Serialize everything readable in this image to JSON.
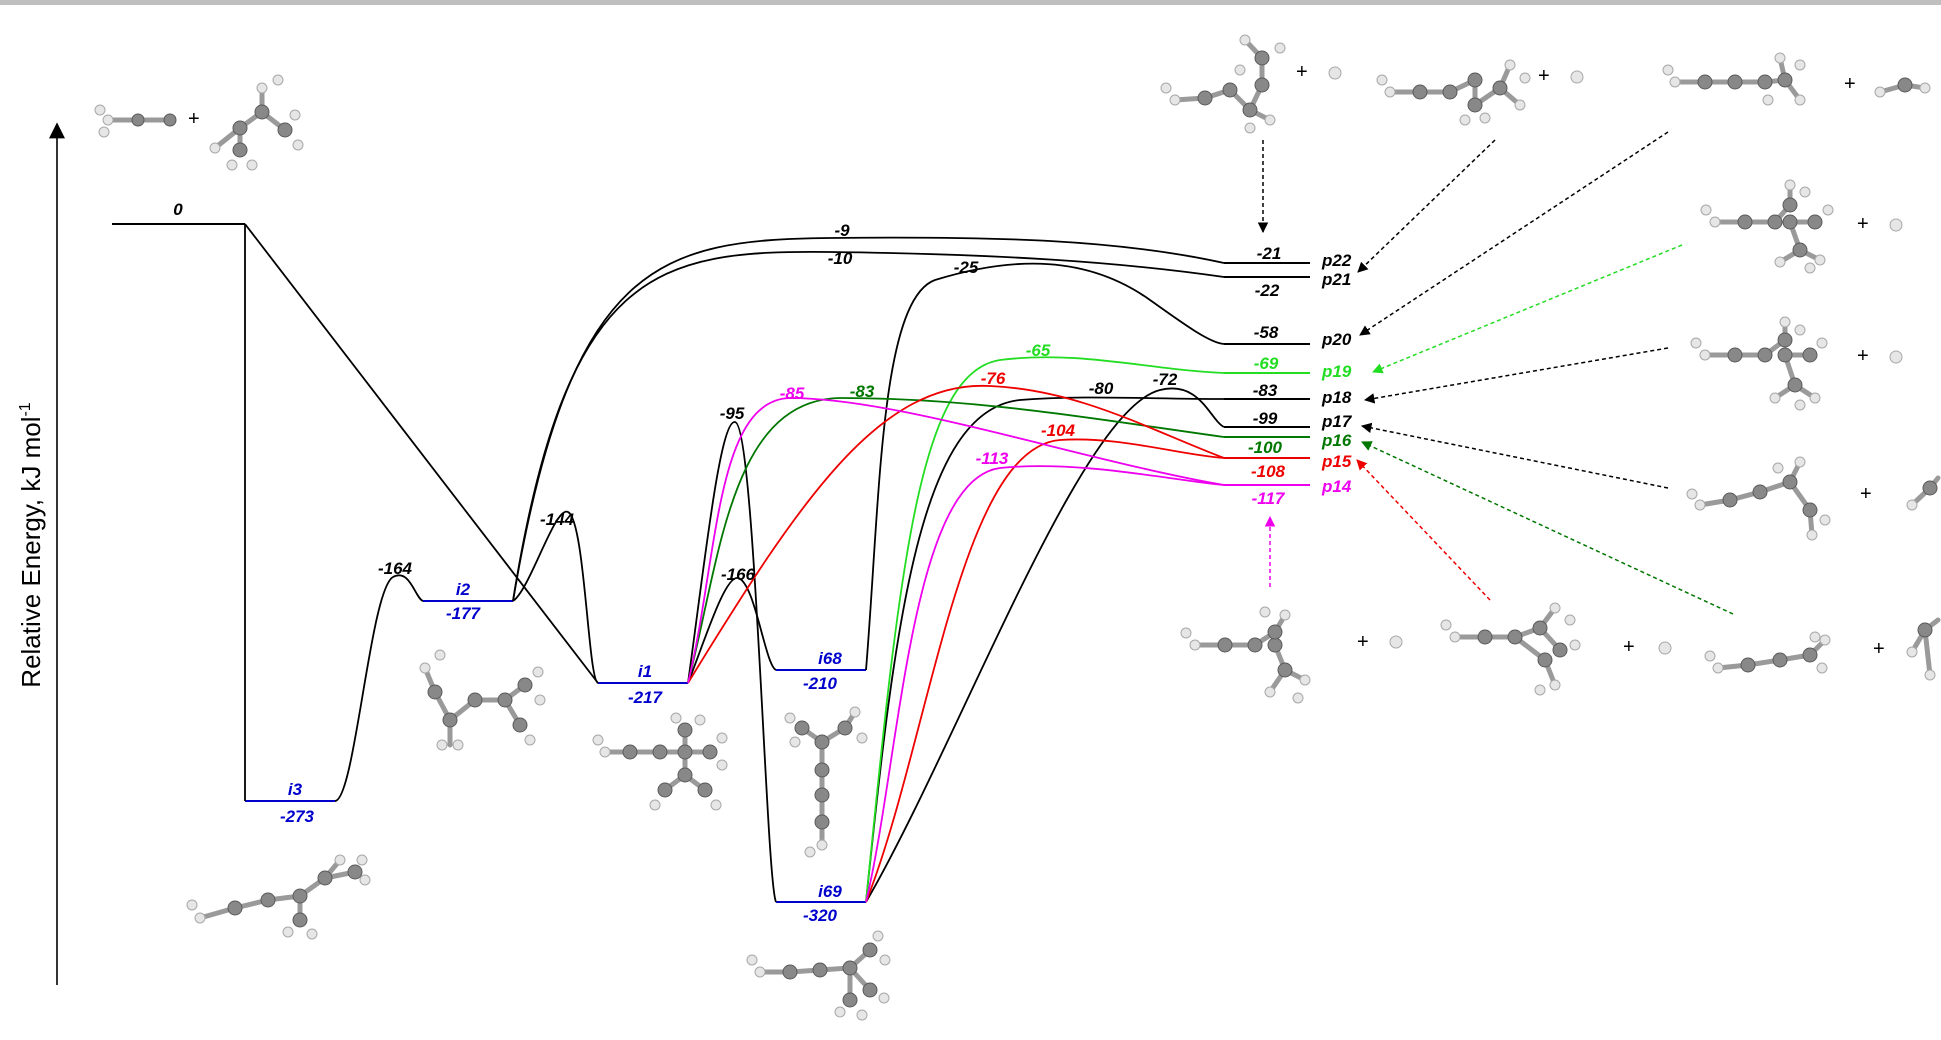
{
  "axis": {
    "title": "Relative Energy, kJ mol",
    "superscript": "-1"
  },
  "colors": {
    "black": "#000000",
    "blue": "#0000cc",
    "lime": "#22dd22",
    "green": "#007700",
    "red": "#ee0000",
    "magenta": "#ee00ee"
  },
  "reactants": {
    "energy": "0"
  },
  "intermediates": [
    {
      "name": "i3",
      "energy": "-273"
    },
    {
      "name": "i2",
      "energy": "-177"
    },
    {
      "name": "i1",
      "energy": "-217"
    },
    {
      "name": "i68",
      "energy": "-210"
    },
    {
      "name": "i69",
      "energy": "-320"
    }
  ],
  "transition_states": [
    "-164",
    "-144",
    "-95",
    "-166",
    "-85",
    "-83",
    "-76",
    "-65",
    "-25",
    "-9",
    "-10",
    "-80",
    "-72",
    "-104",
    "-113"
  ],
  "products": [
    {
      "name": "p22",
      "energy": "-21"
    },
    {
      "name": "p21",
      "energy": "-22"
    },
    {
      "name": "p20",
      "energy": "-58"
    },
    {
      "name": "p19",
      "energy": "-69"
    },
    {
      "name": "p18",
      "energy": "-83"
    },
    {
      "name": "p17",
      "energy": "-99"
    },
    {
      "name": "p16",
      "energy": "-100"
    },
    {
      "name": "p15",
      "energy": "-108"
    },
    {
      "name": "p14",
      "energy": "-117"
    }
  ],
  "plus_sign": "+"
}
